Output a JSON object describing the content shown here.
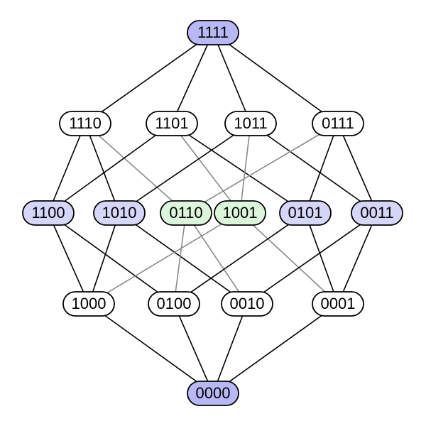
{
  "colors": {
    "extreme_fill": "#b8b8f6",
    "level2_blue_fill": "#d6d6f9",
    "level2_green_fill": "#dcf6dc",
    "plain_fill": "#ffffff",
    "edge_dark": "#000000",
    "edge_gray": "#8a8a8a"
  },
  "nodes": [
    {
      "id": "1111",
      "label": "1111",
      "fill": "extreme"
    },
    {
      "id": "1110",
      "label": "1110",
      "fill": "plain"
    },
    {
      "id": "1101",
      "label": "1101",
      "fill": "plain"
    },
    {
      "id": "1011",
      "label": "1011",
      "fill": "plain"
    },
    {
      "id": "0111",
      "label": "0111",
      "fill": "plain"
    },
    {
      "id": "1100",
      "label": "1100",
      "fill": "blue"
    },
    {
      "id": "1010",
      "label": "1010",
      "fill": "blue"
    },
    {
      "id": "0110",
      "label": "0110",
      "fill": "green"
    },
    {
      "id": "1001",
      "label": "1001",
      "fill": "green"
    },
    {
      "id": "0101",
      "label": "0101",
      "fill": "blue"
    },
    {
      "id": "0011",
      "label": "0011",
      "fill": "blue"
    },
    {
      "id": "1000",
      "label": "1000",
      "fill": "plain"
    },
    {
      "id": "0100",
      "label": "0100",
      "fill": "plain"
    },
    {
      "id": "0010",
      "label": "0010",
      "fill": "plain"
    },
    {
      "id": "0001",
      "label": "0001",
      "fill": "plain"
    },
    {
      "id": "0000",
      "label": "0000",
      "fill": "extreme"
    }
  ],
  "edges": [
    {
      "from": "1111",
      "to": "1110",
      "style": "dark"
    },
    {
      "from": "1111",
      "to": "1101",
      "style": "dark"
    },
    {
      "from": "1111",
      "to": "1011",
      "style": "dark"
    },
    {
      "from": "1111",
      "to": "0111",
      "style": "dark"
    },
    {
      "from": "1110",
      "to": "1100",
      "style": "dark"
    },
    {
      "from": "1110",
      "to": "1010",
      "style": "dark"
    },
    {
      "from": "1110",
      "to": "0110",
      "style": "gray"
    },
    {
      "from": "1101",
      "to": "1100",
      "style": "dark"
    },
    {
      "from": "1101",
      "to": "1001",
      "style": "gray"
    },
    {
      "from": "1101",
      "to": "0101",
      "style": "dark"
    },
    {
      "from": "1011",
      "to": "1010",
      "style": "dark"
    },
    {
      "from": "1011",
      "to": "1001",
      "style": "gray"
    },
    {
      "from": "1011",
      "to": "0011",
      "style": "dark"
    },
    {
      "from": "0111",
      "to": "0110",
      "style": "gray"
    },
    {
      "from": "0111",
      "to": "0101",
      "style": "dark"
    },
    {
      "from": "0111",
      "to": "0011",
      "style": "dark"
    },
    {
      "from": "1100",
      "to": "1000",
      "style": "dark"
    },
    {
      "from": "1100",
      "to": "0100",
      "style": "dark"
    },
    {
      "from": "1010",
      "to": "1000",
      "style": "dark"
    },
    {
      "from": "1010",
      "to": "0010",
      "style": "dark"
    },
    {
      "from": "0110",
      "to": "0100",
      "style": "gray"
    },
    {
      "from": "0110",
      "to": "0010",
      "style": "gray"
    },
    {
      "from": "1001",
      "to": "1000",
      "style": "gray"
    },
    {
      "from": "1001",
      "to": "0001",
      "style": "gray"
    },
    {
      "from": "0101",
      "to": "0100",
      "style": "dark"
    },
    {
      "from": "0101",
      "to": "0001",
      "style": "dark"
    },
    {
      "from": "0011",
      "to": "0010",
      "style": "dark"
    },
    {
      "from": "0011",
      "to": "0001",
      "style": "dark"
    },
    {
      "from": "1000",
      "to": "0000",
      "style": "dark"
    },
    {
      "from": "0100",
      "to": "0000",
      "style": "dark"
    },
    {
      "from": "0010",
      "to": "0000",
      "style": "dark"
    },
    {
      "from": "0001",
      "to": "0000",
      "style": "dark"
    }
  ]
}
